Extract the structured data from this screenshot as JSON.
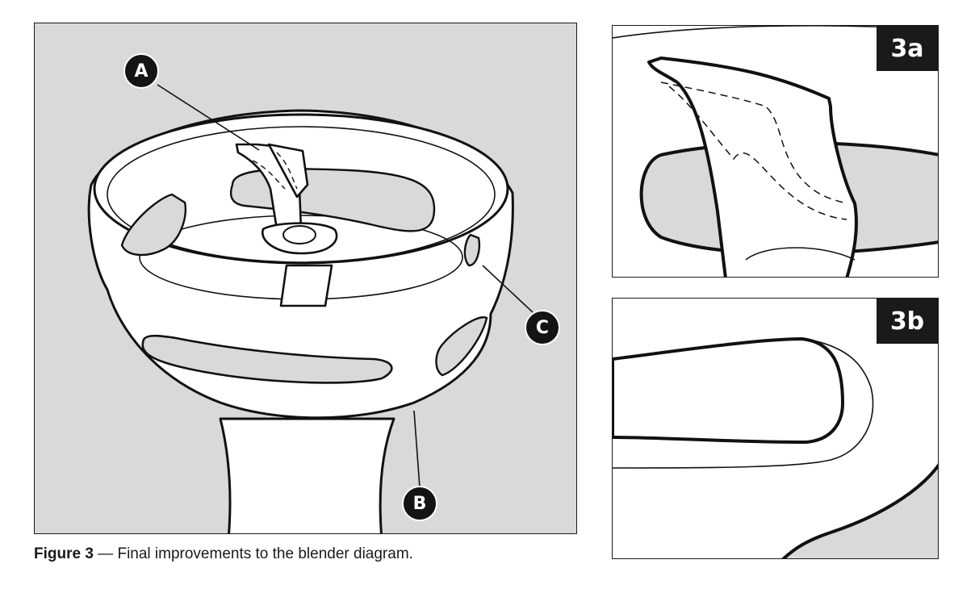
{
  "figure": {
    "label": "Figure 3",
    "caption": " — Final improvements to the blender diagram."
  },
  "callouts": {
    "a": "A",
    "b": "B",
    "c": "C"
  },
  "insets": {
    "a_tag": "3a",
    "b_tag": "3b"
  },
  "colors": {
    "panel_background": "#d9d9d9",
    "outline": "#1a1a1a",
    "callout_fill": "#141414"
  }
}
